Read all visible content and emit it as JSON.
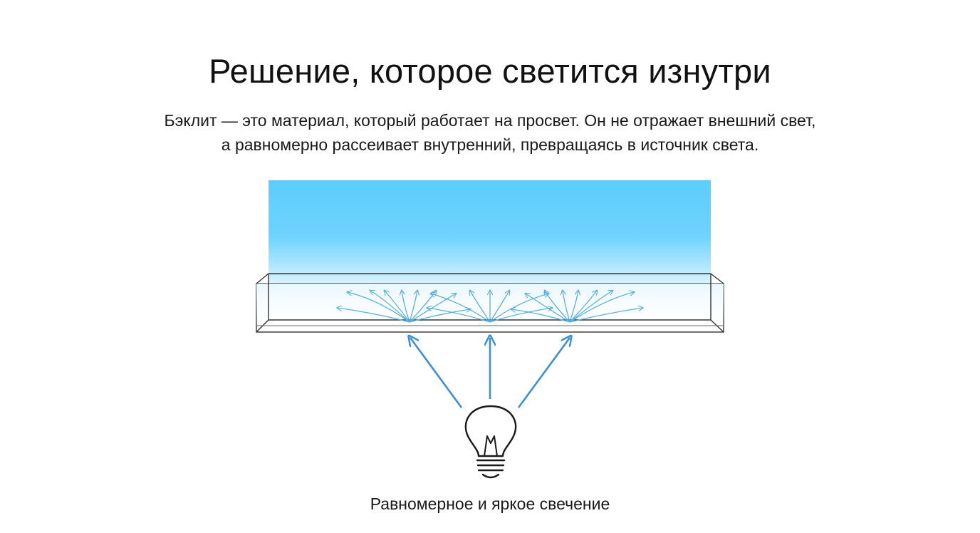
{
  "header": {
    "title": "Решение, которое светится изнутри",
    "subtitle_line1": "Бэклит — это материал, который работает на просвет. Он не отражает внешний свет,",
    "subtitle_line2": "а равномерно рассеивает внутренний, превращаясь в источник света."
  },
  "diagram": {
    "caption": "Равномерное и яркое свечение",
    "glow_color": "#5ccdfd",
    "arrow_color": "#3f8fd0",
    "diffuse_arrow_color": "#5ab0de",
    "icons": {
      "light_source": "light-bulb-icon"
    }
  }
}
